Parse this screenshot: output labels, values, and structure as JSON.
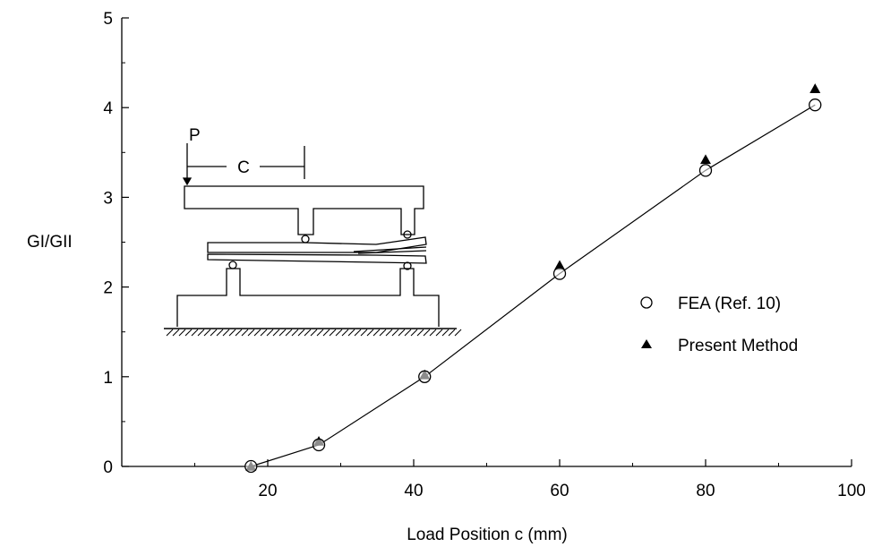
{
  "chart_data": {
    "type": "scatter",
    "title": "",
    "xlabel": "Load Position c (mm)",
    "ylabel": "GI/GII",
    "xlim": [
      0,
      100
    ],
    "ylim": [
      0,
      5
    ],
    "xticks": [
      20,
      40,
      60,
      80,
      100
    ],
    "yticks": [
      0,
      1,
      2,
      3,
      4,
      5
    ],
    "grid": false,
    "legend_position": "right",
    "series": [
      {
        "name": "FEA (Ref. 10)",
        "marker": "open-circle",
        "line": true,
        "x": [
          17.7,
          27.0,
          41.5,
          60.0,
          80.0,
          95.0
        ],
        "y": [
          0.0,
          0.24,
          1.0,
          2.15,
          3.3,
          4.03
        ]
      },
      {
        "name": "Present Method",
        "marker": "filled-triangle",
        "line": false,
        "x": [
          17.7,
          27.0,
          41.5,
          60.0,
          80.0,
          95.0
        ],
        "y": [
          0.0,
          0.28,
          1.02,
          2.24,
          3.42,
          4.21
        ]
      }
    ],
    "inset_labels": {
      "load": "P",
      "position": "C"
    }
  },
  "colors": {
    "ink": "#000000",
    "background": "#ffffff"
  }
}
